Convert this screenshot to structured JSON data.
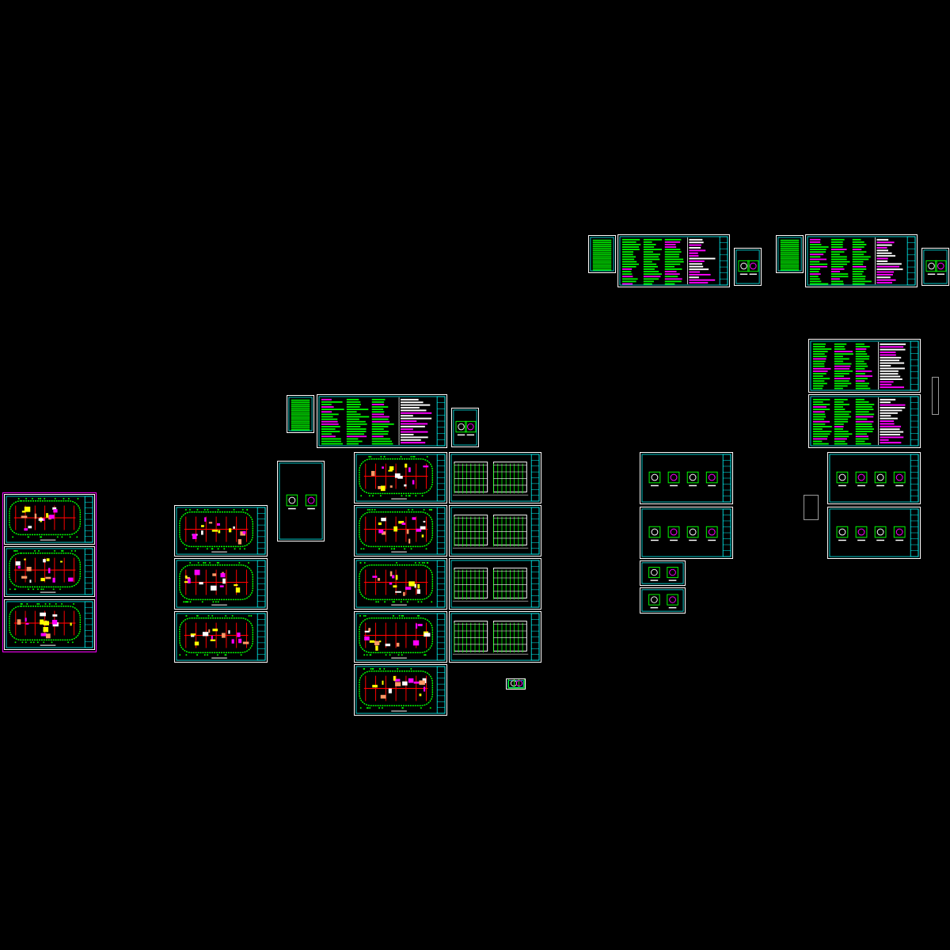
{
  "drawing": {
    "background": "#000000",
    "colors": {
      "frame": "#00ffff",
      "outer_frame": "#ffffff",
      "group_frame": "#ff00ff",
      "linework": "#00ff00",
      "wall": "#ff0000",
      "highlight": "#ff00ff",
      "fill": "#ffffff",
      "accent": "#ffff00",
      "hatch": "#ff9966"
    },
    "sheet_kinds": [
      "floor-plan",
      "design-notes",
      "drawing-index",
      "elevation",
      "detail"
    ]
  }
}
